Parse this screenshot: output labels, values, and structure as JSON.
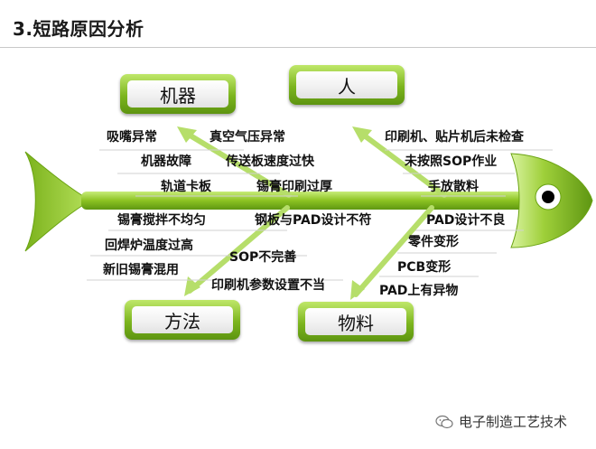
{
  "title": "3.短路原因分析",
  "categories": {
    "machine": "机器",
    "man": "人",
    "method": "方法",
    "material": "物料"
  },
  "causes": {
    "machine": [
      "吸嘴异常",
      "真空气压异常",
      "机器故障",
      "传送板速度过快",
      "轨道卡板",
      "锡膏印刷过厚"
    ],
    "man": [
      "印刷机、贴片机后未检查",
      "未按照SOP作业",
      "手放散料"
    ],
    "method": [
      "锡膏搅拌不均匀",
      "钢板与PAD设计不符",
      "回焊炉温度过高",
      "SOP不完善",
      "新旧锡膏混用",
      "印刷机参数设置不当"
    ],
    "material": [
      "PAD设计不良",
      "零件变形",
      "PCB变形",
      "PAD上有异物"
    ]
  },
  "watermark": "电子制造工艺技术",
  "colors": {
    "spine": "#9ccc2a",
    "spine_dark": "#6aa312",
    "box_green": "#7cb51e",
    "arrow": "#b6de6a"
  }
}
